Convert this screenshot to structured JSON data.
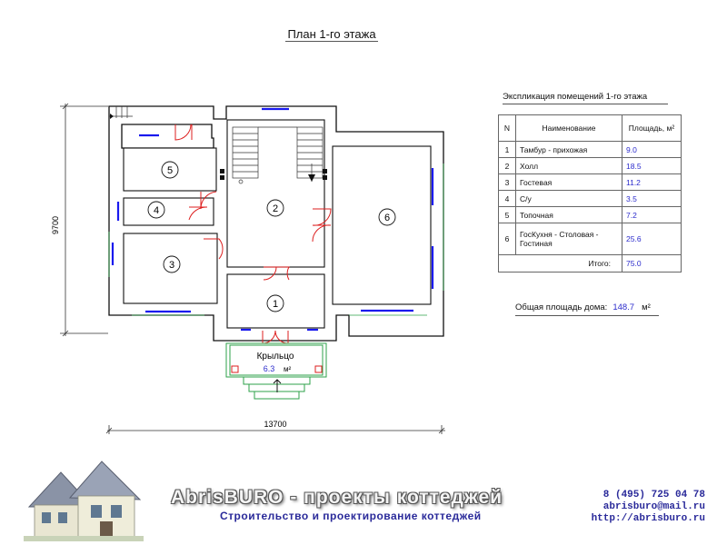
{
  "title": "План 1-го этажа",
  "dimensions": {
    "height": "9700",
    "width": "13700"
  },
  "rooms": [
    {
      "number": "1"
    },
    {
      "number": "2"
    },
    {
      "number": "3"
    },
    {
      "number": "4"
    },
    {
      "number": "5"
    },
    {
      "number": "6"
    }
  ],
  "porch": {
    "label": "Крыльцо",
    "area": "6.3",
    "unit": "м²"
  },
  "explication": {
    "title": "Экспликация помещений 1-го этажа",
    "headers": {
      "n": "N",
      "name": "Наименование",
      "area": "Площадь, м²"
    },
    "rows": [
      {
        "n": "1",
        "name": "Тамбур - прихожая",
        "area": "9.0"
      },
      {
        "n": "2",
        "name": "Холл",
        "area": "18.5"
      },
      {
        "n": "3",
        "name": "Гостевая",
        "area": "11.2"
      },
      {
        "n": "4",
        "name": "С/у",
        "area": "3.5"
      },
      {
        "n": "5",
        "name": "Топочная",
        "area": "7.2"
      },
      {
        "n": "6",
        "name": "ГосКухня - Столовая - Гостиная",
        "area": "25.6"
      }
    ],
    "total_label": "Итого:",
    "total_value": "75.0"
  },
  "house_area": {
    "label": "Общая площадь дома:",
    "value": "148.7",
    "unit": "м²"
  },
  "banner": {
    "brand": "AbrisBURO - проекты коттеджей",
    "tagline": "Строительство и проектирование коттеджей",
    "phone": "8 (495) 725 04 78",
    "email": "abrisburo@mail.ru",
    "site": "http://abrisburo.ru"
  },
  "colors": {
    "door": "#dd1f1f",
    "window": "#1a1aee",
    "porch": "#2da24a",
    "wall": "#ffffff"
  }
}
